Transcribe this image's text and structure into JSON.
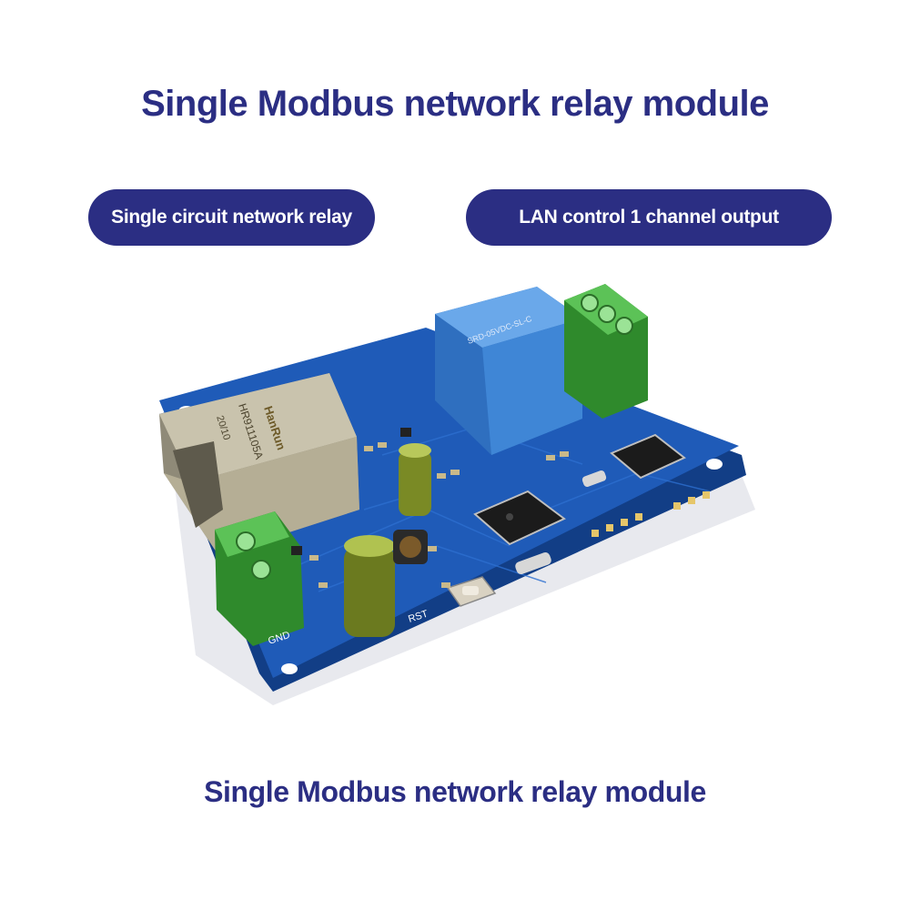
{
  "header": {
    "title": "Single Modbus network relay module"
  },
  "features": [
    {
      "label": "Single circuit network relay"
    },
    {
      "label": "LAN control 1 channel output"
    }
  ],
  "footer": {
    "caption": "Single Modbus network relay module"
  },
  "board": {
    "jack_brand": "HanRun",
    "jack_model": "HR911105A",
    "jack_date": "20/10",
    "relay_text": "SRD-05VDC-SL-C",
    "label_gnd": "GND",
    "label_rst": "RST"
  },
  "colors": {
    "title": "#2b2e83",
    "pill": "#2b2e83",
    "pcb": "#1f5bb8",
    "terminal": "#3fa33b",
    "relay": "#3f86d6"
  }
}
